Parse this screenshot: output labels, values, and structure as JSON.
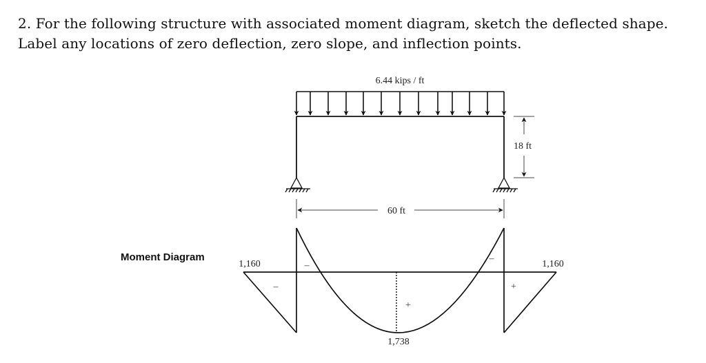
{
  "problem": {
    "number": "2.",
    "line1": "2. For the following structure with associated moment diagram, sketch the deflected shape.",
    "line2": "Label any locations of zero deflection, zero slope, and inflection points."
  },
  "structure": {
    "load_label": "6.44 kips / ft",
    "height_label": "18 ft",
    "span_label": "60 ft",
    "support_type": "pin",
    "arrow_count": 13
  },
  "moment_diagram": {
    "title": "Moment Diagram",
    "left_end_value": "1,160",
    "right_end_value": "1,160",
    "midspan_value": "1,738",
    "signs": {
      "left_overhang": "–",
      "left_hog": "–",
      "right_hog": "–",
      "midspan": "+",
      "right_overhang": "+"
    }
  },
  "chart_data": {
    "type": "diagram",
    "title": "Moment Diagram",
    "load": {
      "w_kips_per_ft": 6.44,
      "label": "6.44 kips / ft"
    },
    "geometry": {
      "span_ft": 60,
      "height_ft": 18
    },
    "moments": [
      {
        "location": "left end",
        "value": 1160,
        "sign": "-"
      },
      {
        "location": "midspan",
        "value": 1738,
        "sign": "+"
      },
      {
        "location": "right end",
        "value": 1160,
        "sign": "+"
      }
    ]
  }
}
